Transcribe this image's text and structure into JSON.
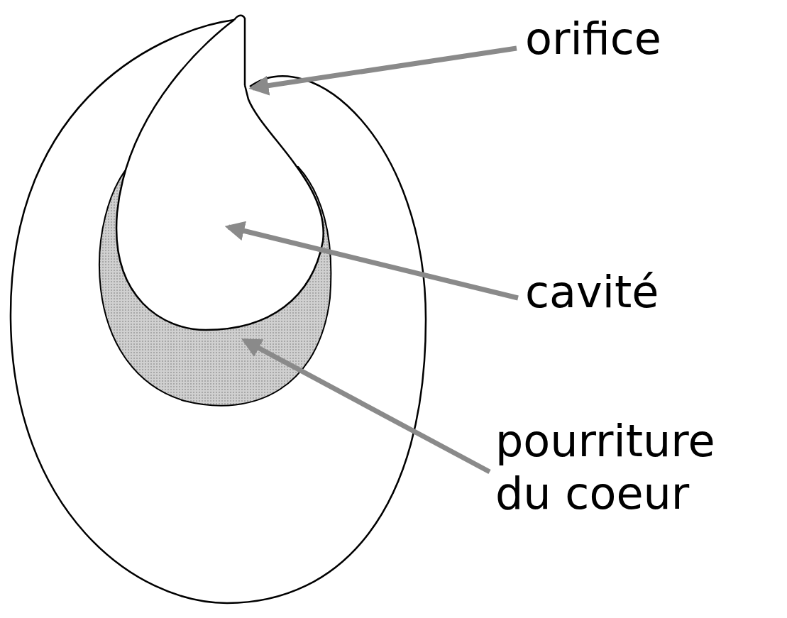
{
  "diagram": {
    "labels": [
      "orifice",
      "cavité",
      "pourriture du coeur"
    ]
  }
}
